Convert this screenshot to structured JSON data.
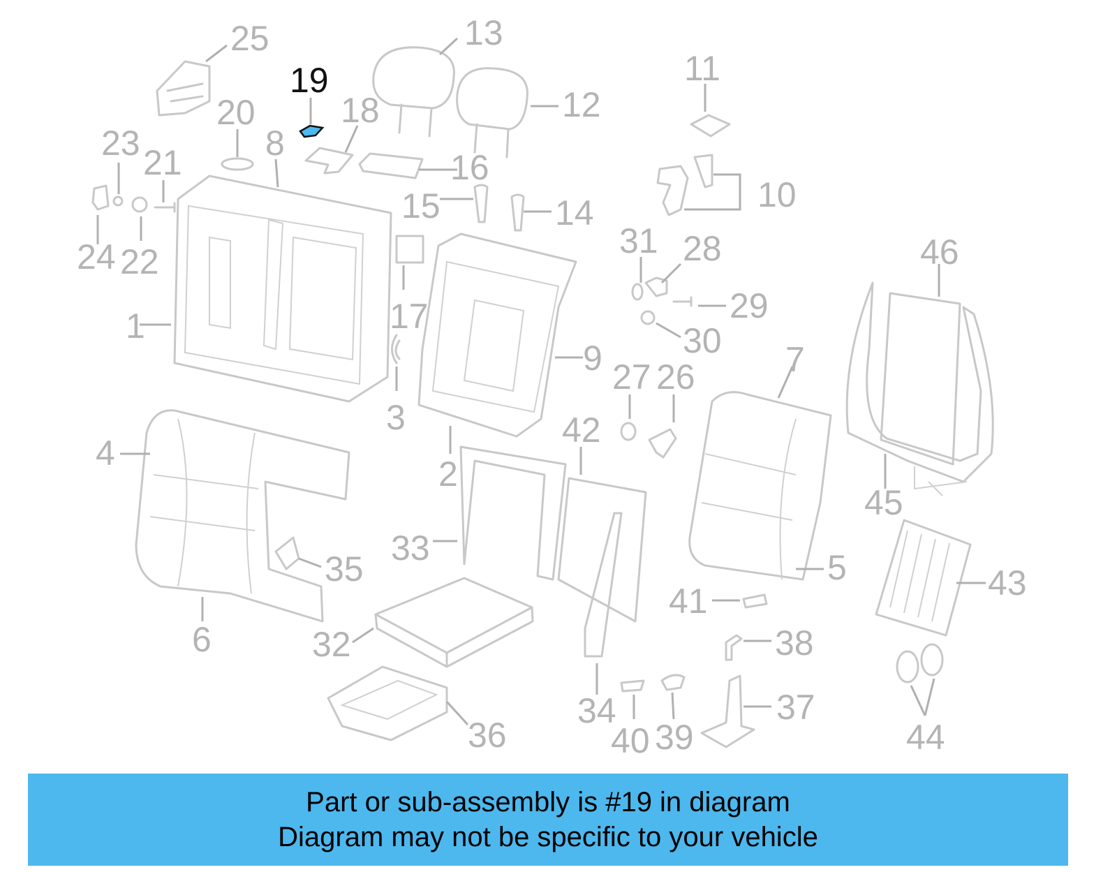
{
  "highlight_color": "#4db8ee",
  "diagram": {
    "highlighted_part": "19",
    "callouts": [
      "1",
      "2",
      "3",
      "4",
      "5",
      "6",
      "7",
      "8",
      "9",
      "10",
      "11",
      "12",
      "13",
      "14",
      "15",
      "16",
      "17",
      "18",
      "19",
      "20",
      "21",
      "22",
      "23",
      "24",
      "25",
      "26",
      "27",
      "28",
      "29",
      "30",
      "31",
      "32",
      "33",
      "34",
      "35",
      "36",
      "37",
      "38",
      "39",
      "40",
      "41",
      "42",
      "43",
      "44",
      "45",
      "46"
    ]
  },
  "banner": {
    "line1": "Part or sub-assembly is #19 in diagram",
    "line2": "Diagram may not be specific to your vehicle"
  }
}
